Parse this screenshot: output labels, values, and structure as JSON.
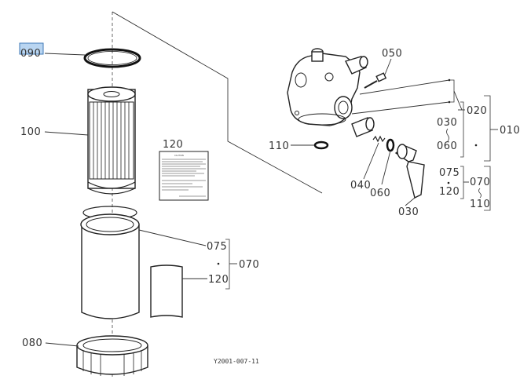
{
  "diagram": {
    "drawing_code": "Y2001-007-11",
    "accent_color": "#7fb2e5",
    "highlighted_part": "090",
    "labels": {
      "p090": "090",
      "p100": "100",
      "p080": "080",
      "p075": "075",
      "p070": "070",
      "p120": "120",
      "p120_label": "120",
      "p050": "050",
      "p020": "020",
      "p010": "010",
      "p030_upper": "030",
      "p060_upper": "060",
      "p110": "110",
      "p040": "040",
      "p060": "060",
      "p030": "030",
      "p075_r": "075",
      "p120_r": "120",
      "p070_r": "070",
      "p110_r": "110"
    },
    "caution_label_title": "CAUTION"
  }
}
